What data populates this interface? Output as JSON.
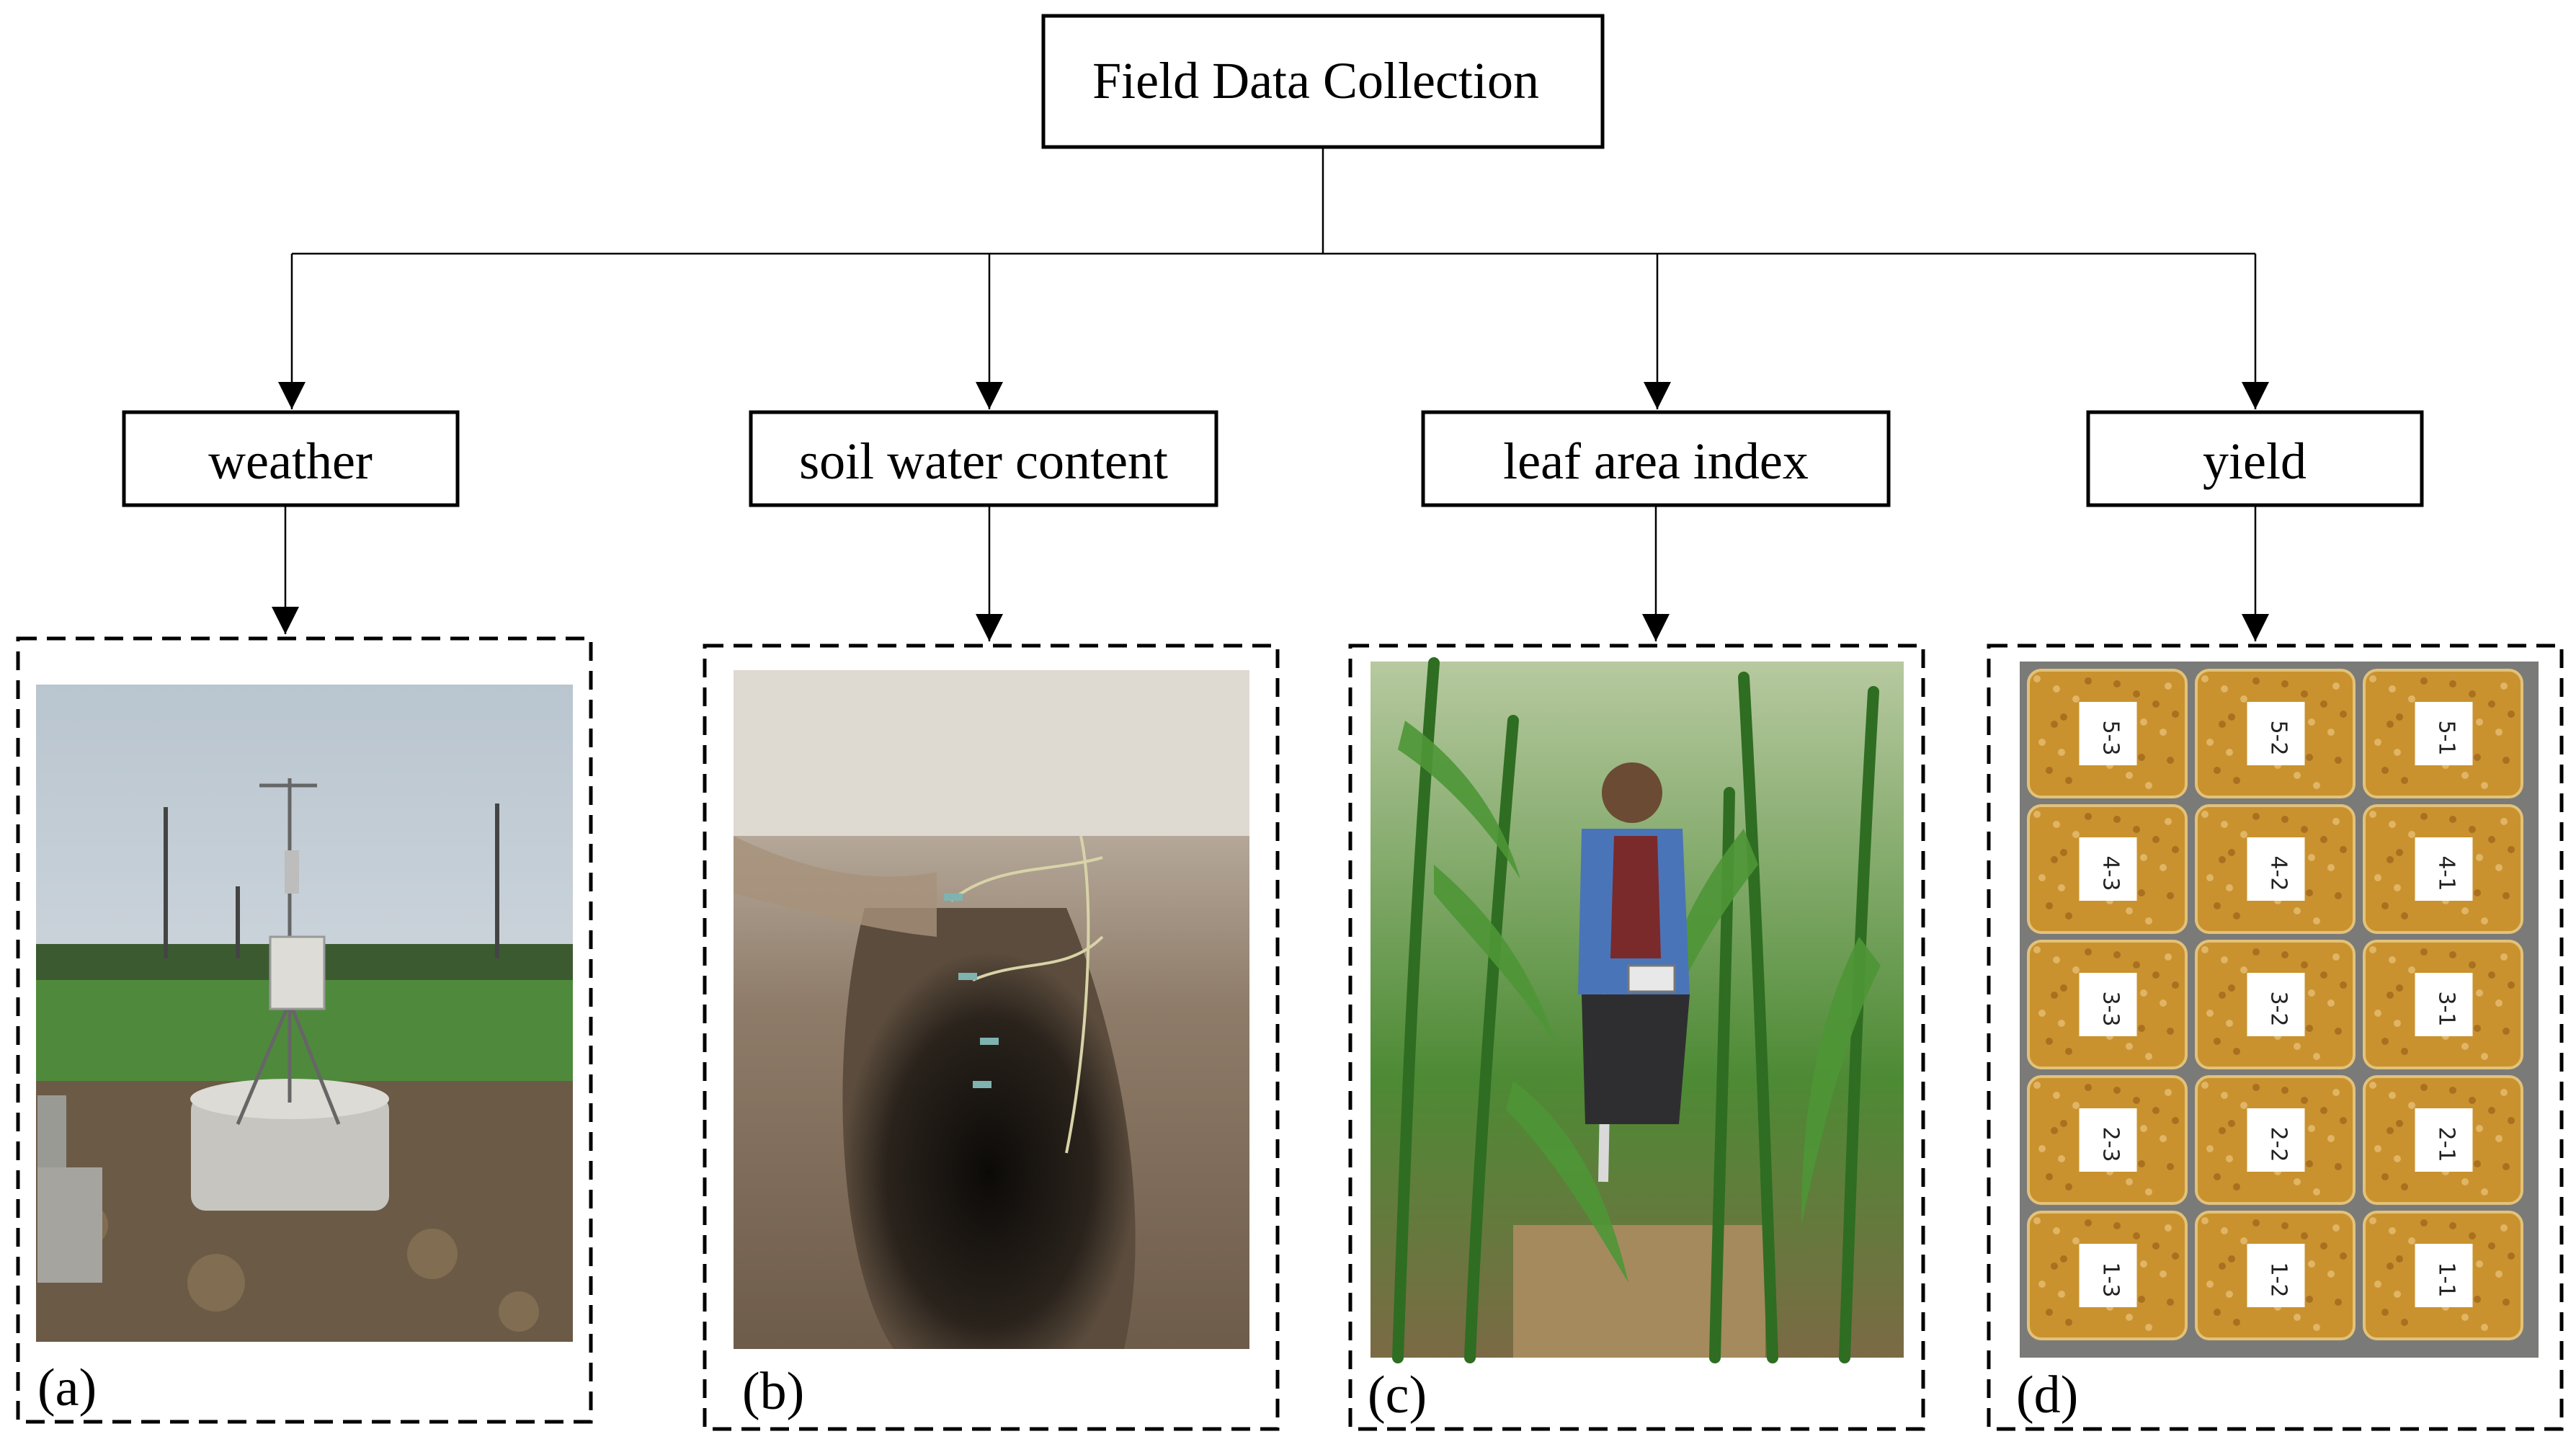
{
  "root": {
    "label": "Field Data Collection"
  },
  "categories": [
    {
      "label": "weather",
      "panel_label": "(a)",
      "photo": "weather-station-photo"
    },
    {
      "label": "soil water content",
      "panel_label": "(b)",
      "photo": "soil-profile-photo"
    },
    {
      "label": "leaf area index",
      "panel_label": "(c)",
      "photo": "maize-field-lai-photo"
    },
    {
      "label": "yield",
      "panel_label": "(d)",
      "photo": "grain-bags-photo"
    }
  ],
  "bag_labels": [
    "5-3",
    "5-2",
    "5-1",
    "4-3",
    "4-2",
    "4-1",
    "3-3",
    "3-2",
    "3-1",
    "2-3",
    "2-2",
    "2-1",
    "1-3",
    "1-2",
    "1-1"
  ],
  "colors": {
    "line": "#000000",
    "sky": "#c9d3dc",
    "grass": "#4f8a3c",
    "soil": "#a48a6a",
    "maize": "#3f7f2a",
    "grain": "#c9922e"
  }
}
